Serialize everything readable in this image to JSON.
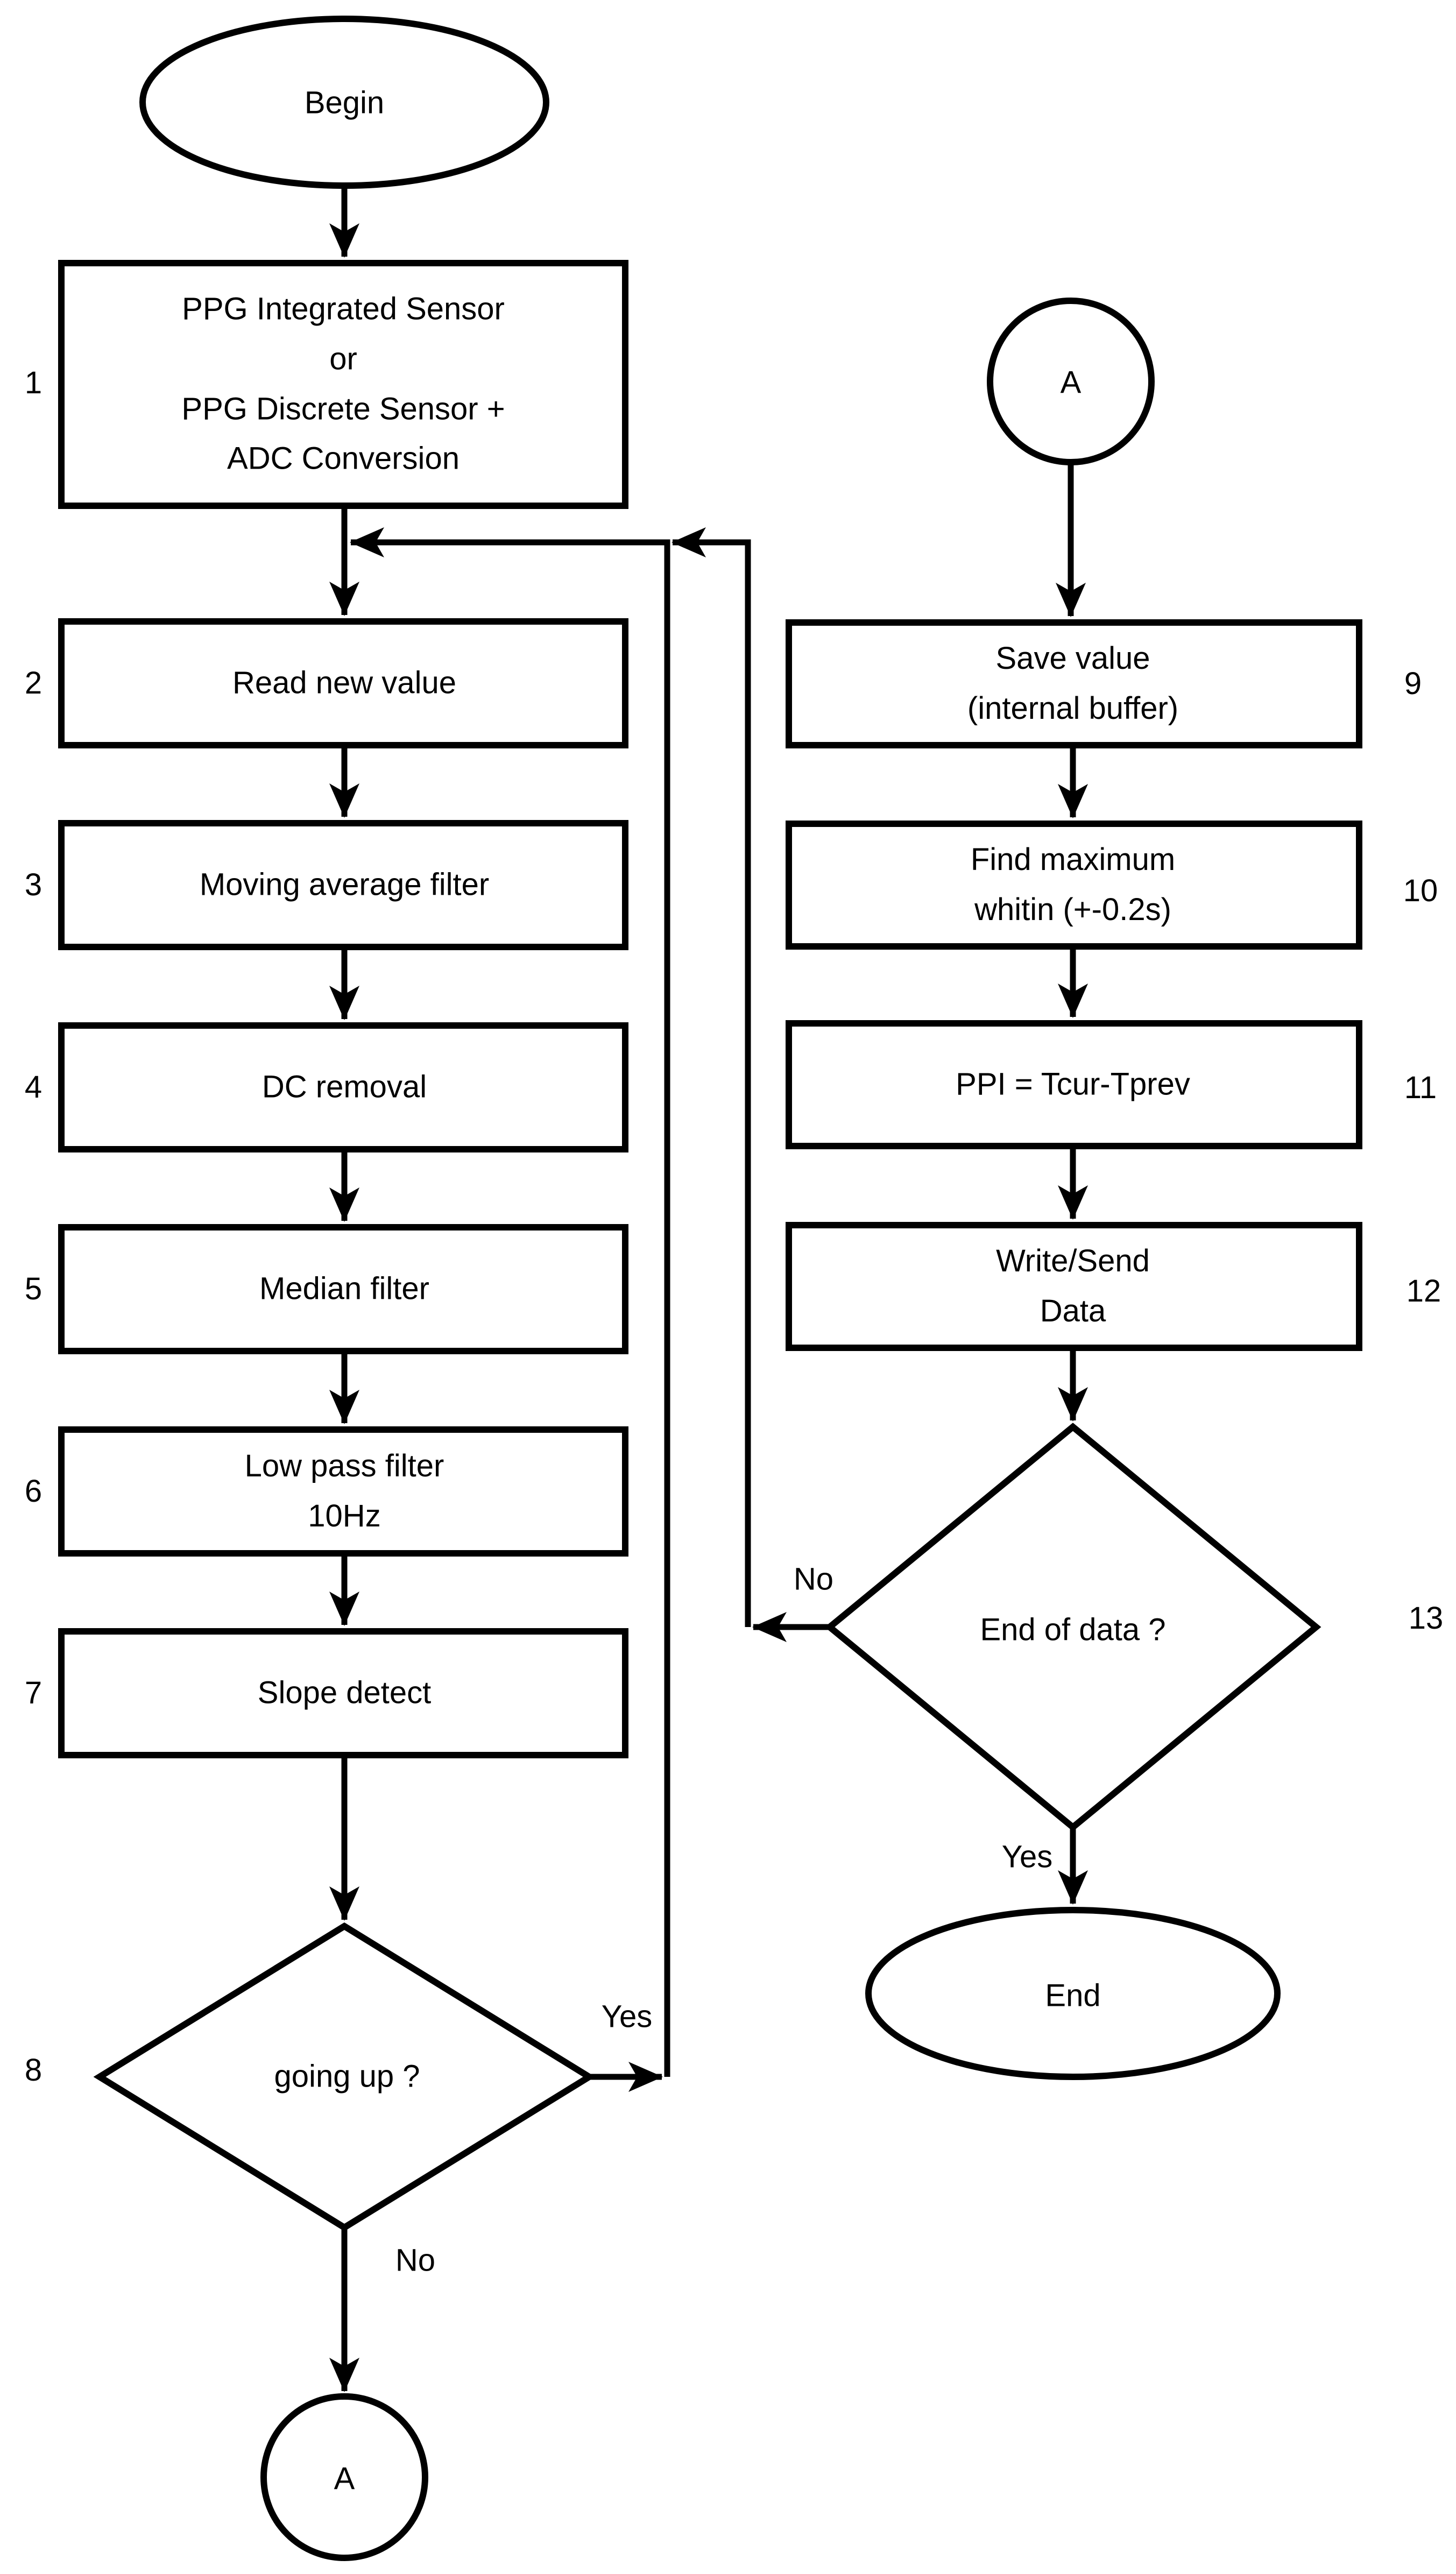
{
  "colors": {
    "background": "#ffffff",
    "stroke": "#000000",
    "text": "#000000"
  },
  "nodes": {
    "begin": {
      "type": "terminator",
      "label": "Begin"
    },
    "step1": {
      "type": "process",
      "number": "1",
      "label": "PPG Integrated Sensor\nor\nPPG Discrete Sensor +\nADC Conversion"
    },
    "step2": {
      "type": "process",
      "number": "2",
      "label": "Read new value"
    },
    "step3": {
      "type": "process",
      "number": "3",
      "label": "Moving average filter"
    },
    "step4": {
      "type": "process",
      "number": "4",
      "label": "DC removal"
    },
    "step5": {
      "type": "process",
      "number": "5",
      "label": "Median filter"
    },
    "step6": {
      "type": "process",
      "number": "6",
      "label": "Low pass filter\n10Hz"
    },
    "step7": {
      "type": "process",
      "number": "7",
      "label": "Slope detect"
    },
    "decision8": {
      "type": "decision",
      "number": "8",
      "label": "going up ?",
      "yes_label": "Yes",
      "no_label": "No"
    },
    "connector_a_bottom": {
      "type": "connector",
      "label": "A"
    },
    "connector_a_top": {
      "type": "connector",
      "label": "A"
    },
    "step9": {
      "type": "process",
      "number": "9",
      "label": "Save value\n(internal buffer)"
    },
    "step10": {
      "type": "process",
      "number": "10",
      "label": "Find maximum\nwhitin (+-0.2s)"
    },
    "step11": {
      "type": "process",
      "number": "11",
      "label": "PPI = Tcur-Tprev"
    },
    "step12": {
      "type": "process",
      "number": "12",
      "label": "Write/Send\nData"
    },
    "decision13": {
      "type": "decision",
      "number": "13",
      "label": "End of data ?",
      "yes_label": "Yes",
      "no_label": "No"
    },
    "end": {
      "type": "terminator",
      "label": "End"
    }
  }
}
